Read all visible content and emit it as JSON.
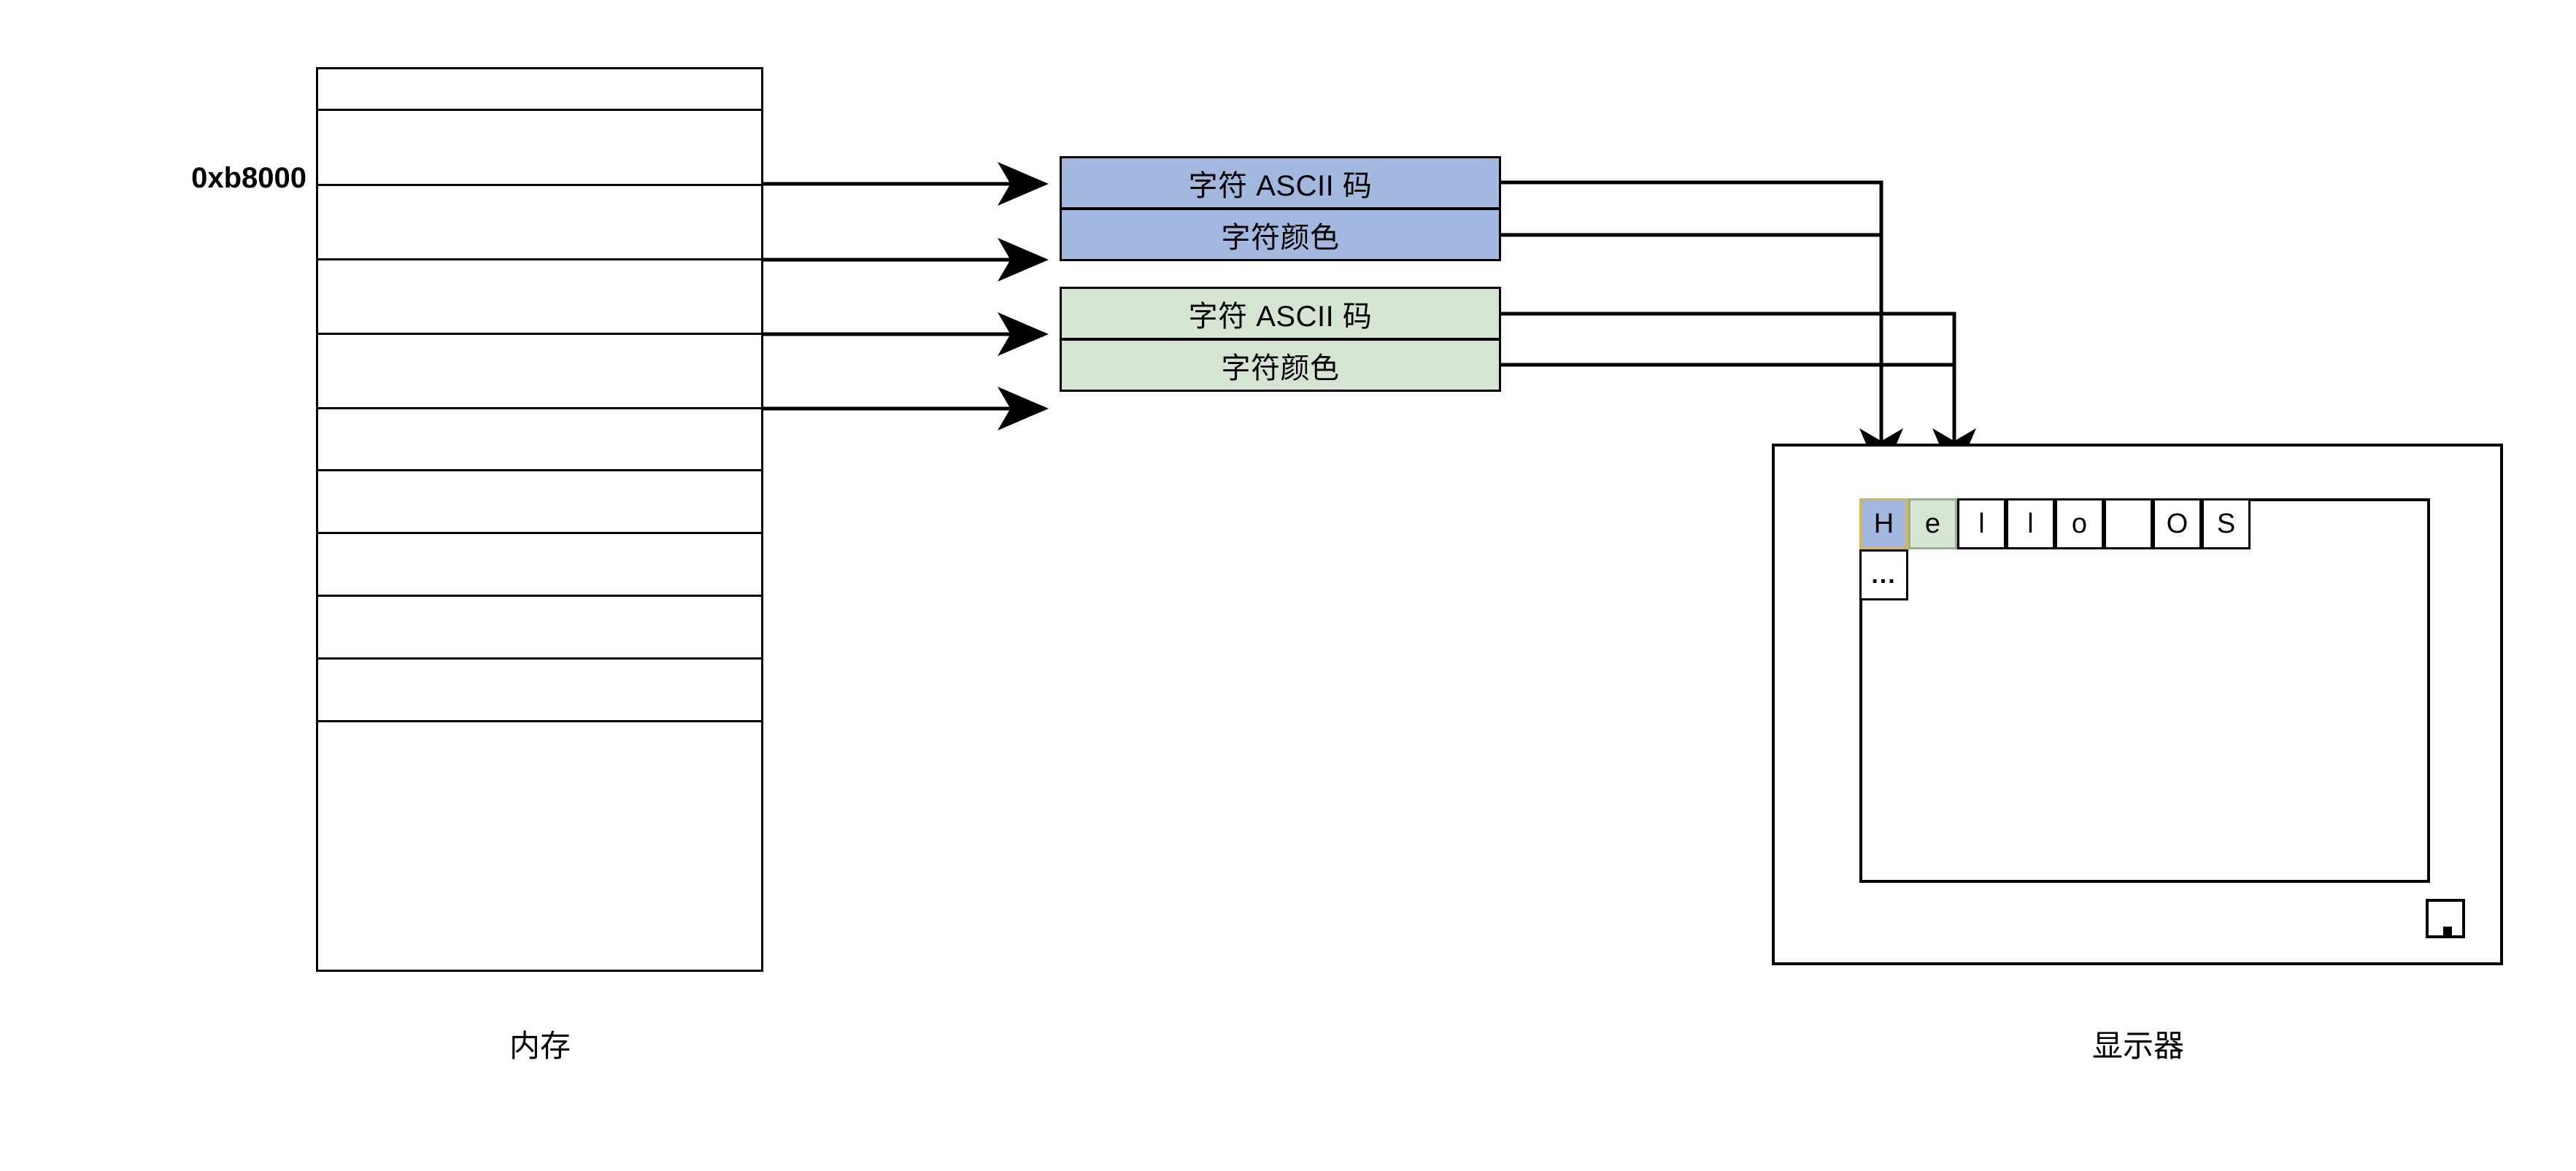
{
  "diagram": {
    "title": "VGA text mode memory to display mapping",
    "colors": {
      "blue_fill": "#a2b8de",
      "green_fill": "#d5e5d2",
      "blue_cell_border": "#d6b656",
      "green_cell_border": "#97af96",
      "stroke": "#000000",
      "background": "#ffffff"
    }
  },
  "memory": {
    "address_label": "0xb8000",
    "caption": "内存",
    "rows": [
      {
        "index": 0,
        "label": ""
      },
      {
        "index": 1,
        "label": ""
      },
      {
        "index": 2,
        "label": ""
      },
      {
        "index": 3,
        "label": ""
      },
      {
        "index": 4,
        "label": ""
      },
      {
        "index": 5,
        "label": ""
      },
      {
        "index": 6,
        "label": ""
      },
      {
        "index": 7,
        "label": ""
      },
      {
        "index": 8,
        "label": ""
      },
      {
        "index": 9,
        "label": ""
      },
      {
        "index": 10,
        "label": ""
      }
    ]
  },
  "attributes": {
    "boxes": [
      {
        "id": "char-ascii-1",
        "label": "字符 ASCII 码",
        "fill": "blue"
      },
      {
        "id": "char-color-1",
        "label": "字符颜色",
        "fill": "blue"
      },
      {
        "id": "char-ascii-2",
        "label": "字符 ASCII 码",
        "fill": "green"
      },
      {
        "id": "char-color-2",
        "label": "字符颜色",
        "fill": "green"
      }
    ]
  },
  "display": {
    "caption": "显示器",
    "screen_cells": [
      {
        "char": "H",
        "highlight": "blue"
      },
      {
        "char": "e",
        "highlight": "green"
      },
      {
        "char": "l",
        "highlight": "none"
      },
      {
        "char": "l",
        "highlight": "none"
      },
      {
        "char": "o",
        "highlight": "none"
      },
      {
        "char": "",
        "highlight": "none"
      },
      {
        "char": "O",
        "highlight": "none"
      },
      {
        "char": "S",
        "highlight": "none"
      }
    ],
    "ellipsis_cell": "..."
  }
}
